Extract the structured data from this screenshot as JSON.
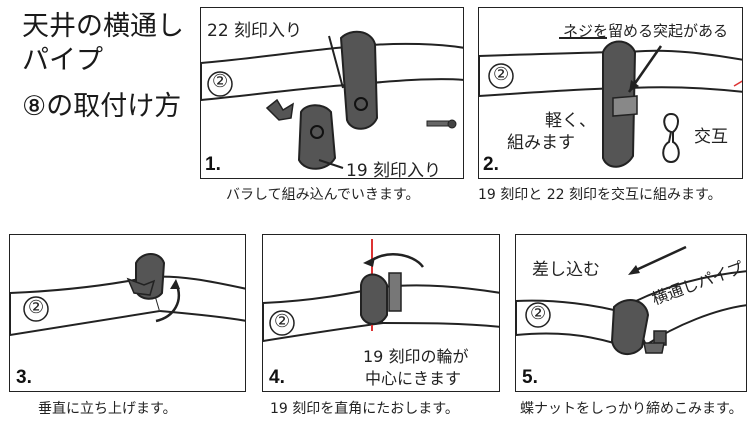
{
  "title": {
    "line1": "天井の横通し",
    "line2": "パイプ",
    "line3": "⑧の取付け方"
  },
  "pipe_marker": "②",
  "steps": [
    {
      "number": "1.",
      "label_top": "22 刻印入り",
      "label_bottom": "19 刻印入り",
      "caption": "バラして組み込んでいきます。"
    },
    {
      "number": "2.",
      "label_top": "ネジを留める突起がある",
      "label_mid1": "軽く、",
      "label_mid2": "組みます",
      "label_alt": "交互",
      "caption": "19 刻印と 22 刻印を交互に組みます。"
    },
    {
      "number": "3.",
      "caption": "垂直に立ち上げます。"
    },
    {
      "number": "4.",
      "label_1": "19 刻印の輪が",
      "label_2": "中心にきます",
      "caption": "19 刻印を直角にたおします。"
    },
    {
      "number": "5.",
      "label_insert": "差し込む",
      "label_pipe": "横通しパイプ",
      "caption": "蝶ナットをしっかり締めこみます。"
    }
  ]
}
